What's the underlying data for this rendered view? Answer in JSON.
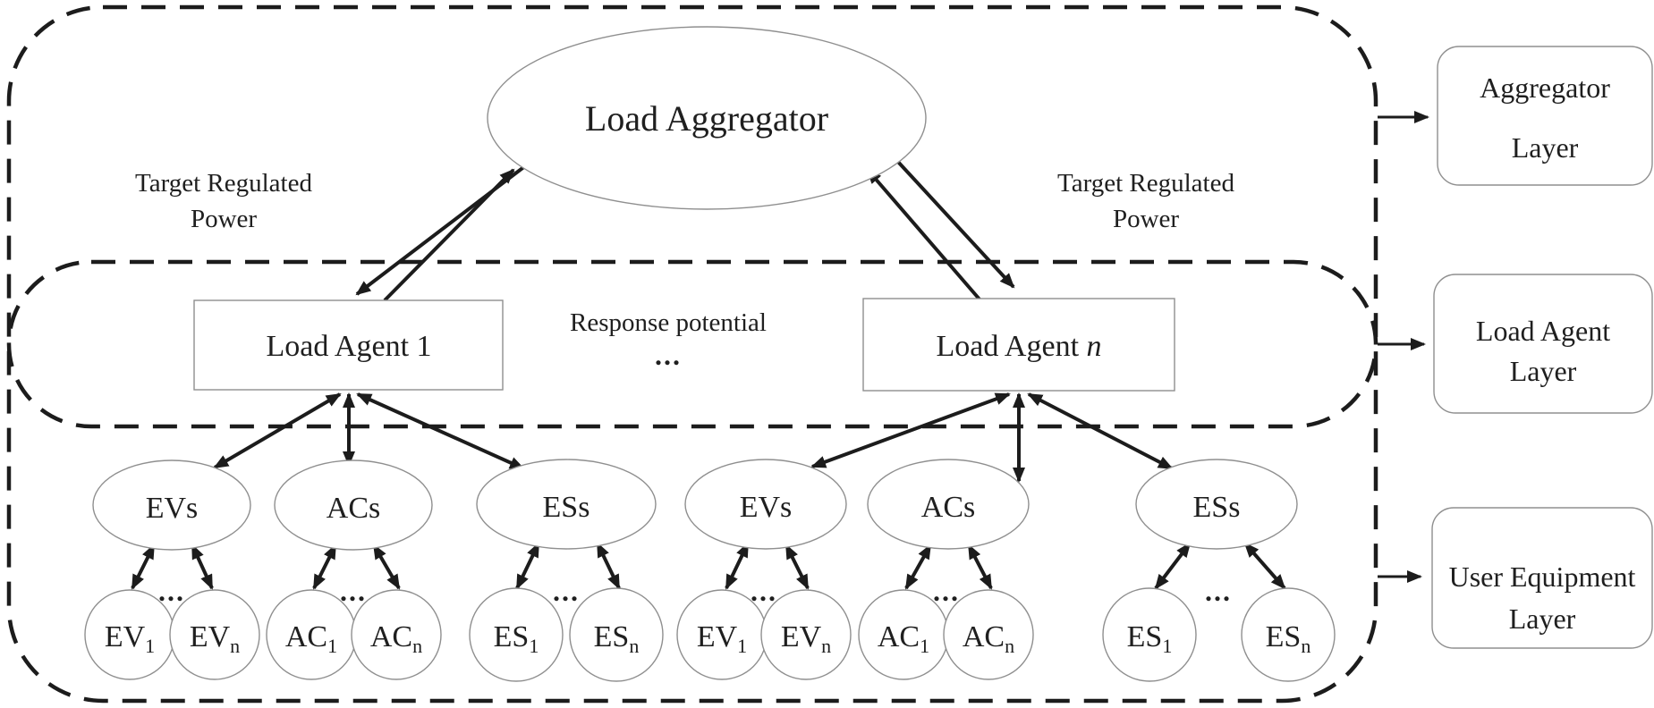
{
  "diagram": {
    "aggregator_node": "Load Aggregator",
    "agent1_label": "Load Agent 1",
    "agent_n_prefix": "Load Agent ",
    "agent_n_var": "n",
    "annotations": {
      "target_regulated_line1": "Target Regulated",
      "target_regulated_line2": "Power",
      "response_potential": "Response potential",
      "dots": "..."
    },
    "layer_labels": {
      "aggregator_line1": "Aggregator",
      "aggregator_line2": "Layer",
      "load_agent_line1": "Load Agent",
      "load_agent_line2": "Layer",
      "user_equipment_line1": "User Equipment",
      "user_equipment_line2": "Layer"
    },
    "groups": [
      {
        "label": "EVs",
        "u1_base": "EV",
        "u1_sub": "1",
        "u2_base": "EV",
        "u2_sub": "n",
        "dots": "..."
      },
      {
        "label": "ACs",
        "u1_base": "AC",
        "u1_sub": "1",
        "u2_base": "AC",
        "u2_sub": "n",
        "dots": "..."
      },
      {
        "label": "ESs",
        "u1_base": "ES",
        "u1_sub": "1",
        "u2_base": "ES",
        "u2_sub": "n",
        "dots": "..."
      },
      {
        "label": "EVs",
        "u1_base": "EV",
        "u1_sub": "1",
        "u2_base": "EV",
        "u2_sub": "n",
        "dots": "..."
      },
      {
        "label": "ACs",
        "u1_base": "AC",
        "u1_sub": "1",
        "u2_base": "AC",
        "u2_sub": "n",
        "dots": "..."
      },
      {
        "label": "ESs",
        "u1_base": "ES",
        "u1_sub": "1",
        "u2_base": "ES",
        "u2_sub": "n",
        "dots": "..."
      }
    ],
    "colors": {
      "line": "#1c1c1c",
      "shape_outline": "#8f8f8f",
      "text": "#1f1f1f",
      "background": "#ffffff"
    }
  }
}
